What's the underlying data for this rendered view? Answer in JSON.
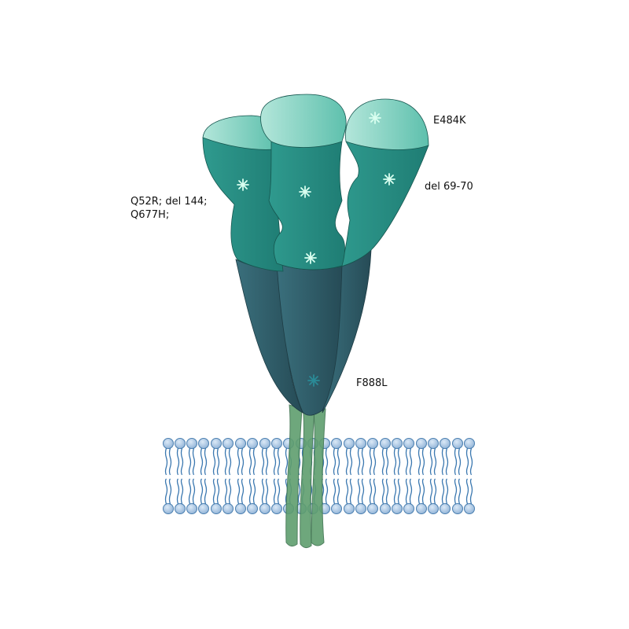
{
  "diagram": {
    "subject": "spike protein trimer in lipid membrane",
    "labels": {
      "left_line1": "Q52R; del 144;",
      "left_line2": "Q677H;",
      "top_right": "E484K",
      "right": "del 69-70",
      "lower_right": "F888L"
    },
    "colors": {
      "head_light": "#6fcab8",
      "body_teal": "#268a80",
      "stalk_dark": "#2f5e6a",
      "transmembrane_green": "#5f9e6e",
      "lipid_head": "#a9c6e3",
      "lipid_tail": "#3b78b0",
      "mutation_marker": "#d9fff0"
    }
  }
}
